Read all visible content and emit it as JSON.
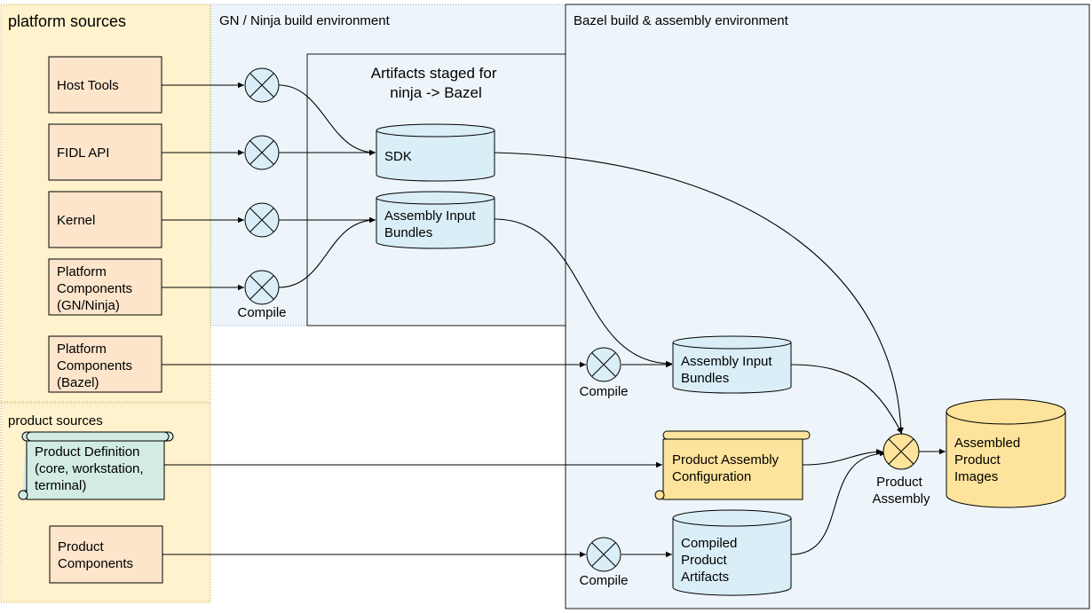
{
  "regions": {
    "platform_sources": "platform sources",
    "product_sources": "product sources",
    "gn_env": "GN / Ninja build environment",
    "bazel_env": "Bazel build & assembly environment",
    "staged": [
      "Artifacts staged for",
      "ninja -> Bazel"
    ]
  },
  "sources": {
    "host_tools": [
      "Host Tools"
    ],
    "fidl_api": [
      "FIDL API"
    ],
    "kernel": [
      "Kernel"
    ],
    "platform_gn": [
      "Platform",
      "Components",
      "(GN/Ninja)"
    ],
    "platform_bazel": [
      "Platform",
      "Components",
      "(Bazel)"
    ],
    "product_definition": [
      "Product Definition",
      "(core, workstation,",
      "terminal)"
    ],
    "product_components": [
      "Product",
      "Components"
    ]
  },
  "staged_artifacts": {
    "sdk": [
      "SDK"
    ],
    "assembly_input_bundles": [
      "Assembly Input",
      "Bundles"
    ]
  },
  "bazel_artifacts": {
    "assembly_input_bundles": [
      "Assembly Input",
      "Bundles"
    ],
    "product_assembly_configuration": [
      "Product Assembly",
      "Configuration"
    ],
    "compiled_product_artifacts": [
      "Compiled",
      "Product",
      "Artifacts"
    ],
    "assembled_product_images": [
      "Assembled",
      "Product",
      "Images"
    ]
  },
  "operations": {
    "compile": "Compile",
    "product_assembly": [
      "Product",
      "Assembly"
    ]
  },
  "colors": {
    "source_fill": "#fde5cc",
    "source_region_fill": "#fff2cc",
    "env_fill": "#eef5fa",
    "artifact_fill": "#d9eef7",
    "product_fill": "#fde39b",
    "definition_fill": "#d2ebe5",
    "region_border": "#c8a84a",
    "env_border": "#7fa7bf"
  }
}
